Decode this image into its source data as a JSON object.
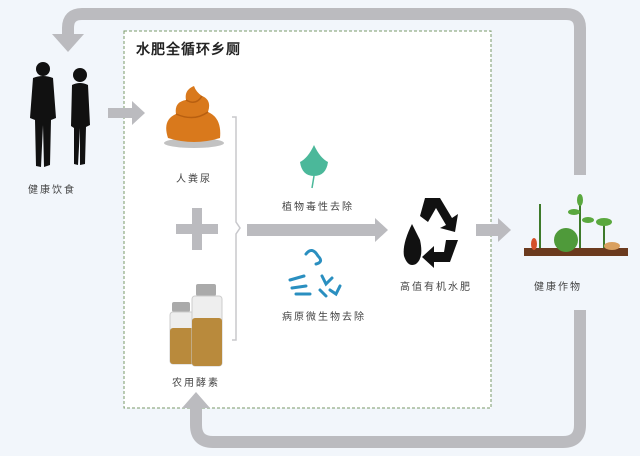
{
  "diagram": {
    "title": "水肥全循环乡厕",
    "nodes": {
      "people": {
        "label": "健康饮食",
        "icon": "people-silhouette-icon"
      },
      "excreta": {
        "label": "人粪尿",
        "icon": "poop-icon"
      },
      "plus": {
        "icon": "plus-icon"
      },
      "microbes_agent": {
        "label": "农用酵素",
        "icon": "bottles-icon"
      },
      "toxicity": {
        "label": "植物毒性去除",
        "icon": "leaf-icon"
      },
      "pathogen": {
        "label": "病原微生物去除",
        "icon": "microbe-icon"
      },
      "fertilizer": {
        "label": "高值有机水肥",
        "icon": "recycle-water-icon"
      },
      "crops": {
        "label": "健康作物",
        "icon": "crops-icon"
      }
    },
    "colors": {
      "arrow": "#bbbbbf",
      "box_border": "#7a9a6a",
      "poop": "#d9791c",
      "leaf": "#4bb89a",
      "microbe": "#2a8fc0",
      "liquid": "#b98a3c",
      "background": "#f2f6fb"
    }
  }
}
